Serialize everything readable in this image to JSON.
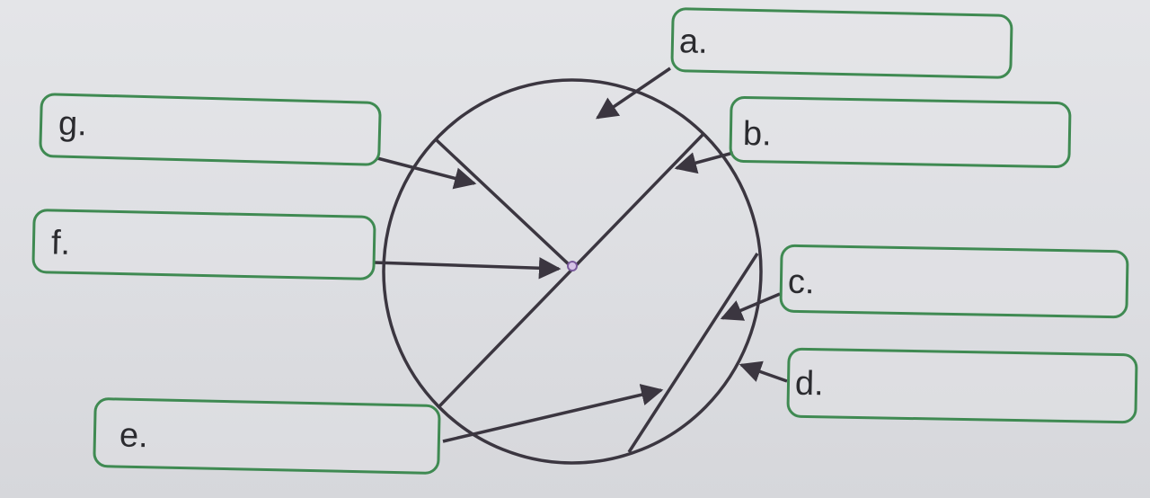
{
  "labels": {
    "a": "a.",
    "b": "b.",
    "c": "c.",
    "d": "d.",
    "e": "e.",
    "f": "f.",
    "g": "g."
  },
  "colors": {
    "box_border": "#3f8a52",
    "line": "#3b3640",
    "center_point": "#7a5a9c"
  }
}
